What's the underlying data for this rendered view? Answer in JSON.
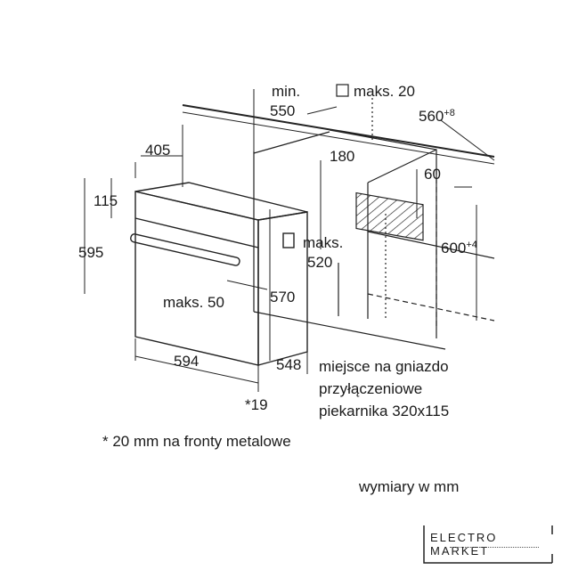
{
  "labels": {
    "min": "min.",
    "d550": "550",
    "maks20": "maks. 20",
    "d560": "560",
    "d560_tol": "+8",
    "d405": "405",
    "d180": "180",
    "d60": "60",
    "d115": "115",
    "d595": "595",
    "maks520_a": "maks.",
    "maks520_b": "520",
    "d600": "600",
    "d600_tol": "+4",
    "d570": "570",
    "maks50": "maks. 50",
    "d594": "594",
    "d548": "548",
    "d19": "*19",
    "socket_1": "miejsce na gniazdo",
    "socket_2": "przyłączeniowe",
    "socket_3": "piekarnika 320x115"
  },
  "footnote": "* 20 mm na fronty metalowe",
  "units": "wymiary w mm",
  "logo": "ELECTRO MARKET"
}
